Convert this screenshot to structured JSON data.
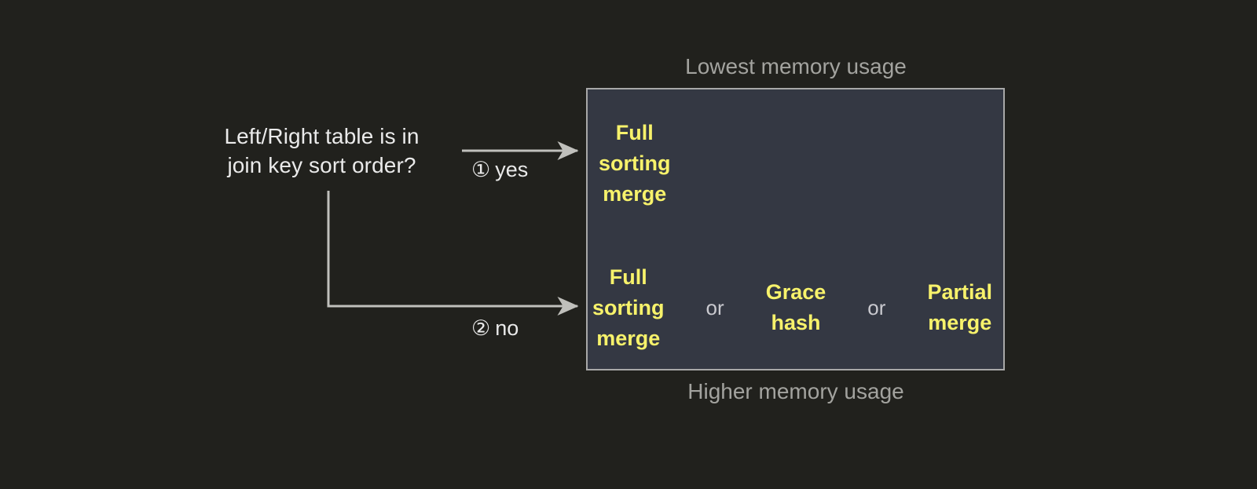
{
  "diagram": {
    "question": "Left/Right table is in\njoin key sort order?",
    "branches": [
      {
        "marker": "①",
        "label": "yes"
      },
      {
        "marker": "②",
        "label": "no"
      }
    ],
    "captions": {
      "top": "Lowest memory usage",
      "bottom": "Higher memory usage"
    },
    "options": {
      "row_yes": [
        {
          "kind": "option",
          "text": "Full\nsorting\nmerge"
        }
      ],
      "row_no": [
        {
          "kind": "option",
          "text": "Full\nsorting\nmerge"
        },
        {
          "kind": "separator",
          "text": "or"
        },
        {
          "kind": "option",
          "text": "Grace\nhash"
        },
        {
          "kind": "separator",
          "text": "or"
        },
        {
          "kind": "option",
          "text": "Partial\nmerge"
        }
      ]
    },
    "colors": {
      "background": "#21211d",
      "box_fill": "#343843",
      "box_border": "#a8a8a8",
      "option_text": "#f7f26b",
      "body_text": "#eaeaea",
      "caption_text": "#a3a39f",
      "connector": "#c0c0bc"
    }
  }
}
